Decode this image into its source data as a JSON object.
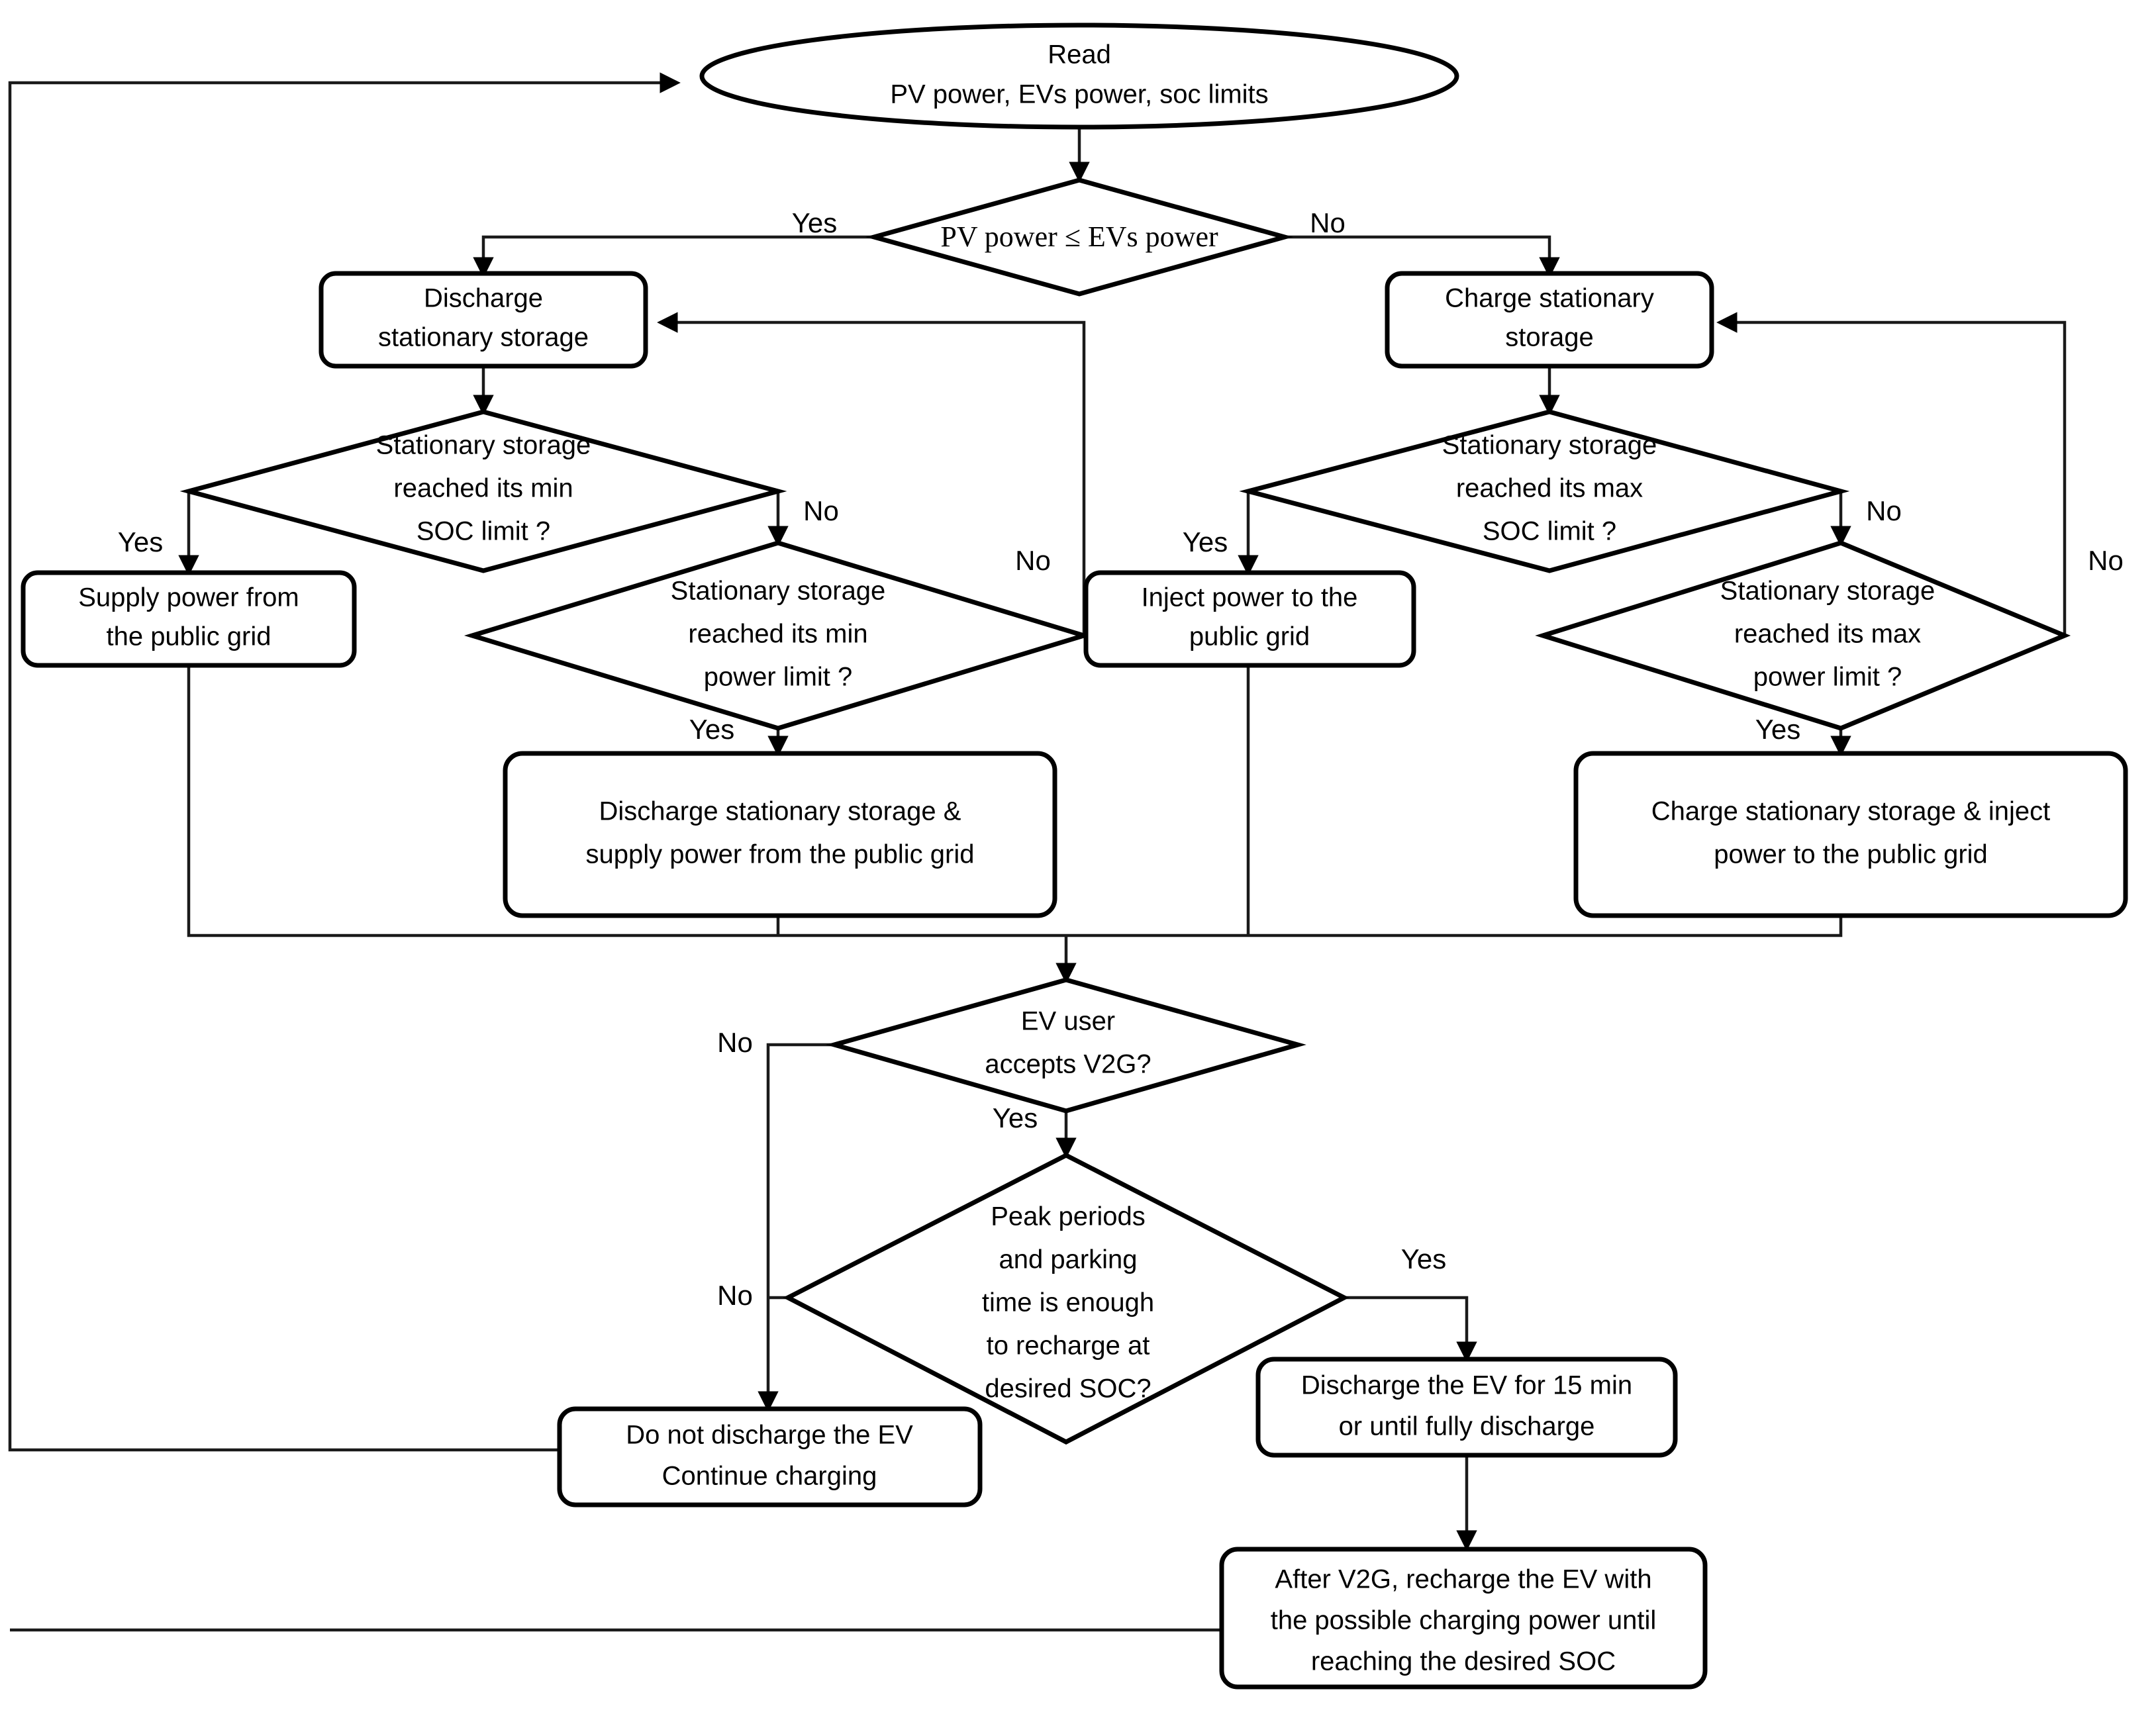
{
  "diagram": {
    "title": "EV charging / V2G and stationary storage energy management flowchart",
    "colors": {
      "background": "#ffffff",
      "stroke": "#000000",
      "connector": "#1a1a1a"
    },
    "nodes": {
      "start": {
        "type": "terminator",
        "line1": "Read",
        "line2": "PV power, EVs power, soc limits"
      },
      "d_pv_vs_ev": {
        "type": "decision",
        "line1": "PV power ≤ EVs power"
      },
      "a_discharge_storage": {
        "type": "process",
        "line1": "Discharge",
        "line2": "stationary storage"
      },
      "a_charge_storage": {
        "type": "process",
        "line1": "Charge stationary",
        "line2": "storage"
      },
      "d_min_soc": {
        "type": "decision",
        "line1": "Stationary storage",
        "line2": "reached its min",
        "line3": "SOC limit ?"
      },
      "d_max_soc": {
        "type": "decision",
        "line1": "Stationary storage",
        "line2": "reached its max",
        "line3": "SOC limit ?"
      },
      "d_min_power": {
        "type": "decision",
        "line1": "Stationary storage",
        "line2": "reached its min",
        "line3": "power limit ?"
      },
      "d_max_power": {
        "type": "decision",
        "line1": "Stationary storage",
        "line2": "reached its max",
        "line3": "power limit ?"
      },
      "a_supply_grid": {
        "type": "process",
        "line1": "Supply power from",
        "line2": "the public grid"
      },
      "a_inject_grid": {
        "type": "process",
        "line1": "Inject power to the",
        "line2": "public grid"
      },
      "a_discharge_and_supply": {
        "type": "process",
        "line1": "Discharge stationary storage &",
        "line2": "supply power from the public grid"
      },
      "a_charge_and_inject": {
        "type": "process",
        "line1": "Charge stationary storage & inject",
        "line2": "power to the public grid"
      },
      "d_v2g_accept": {
        "type": "decision",
        "line1": "EV user",
        "line2": "accepts V2G?"
      },
      "d_peak_parking": {
        "type": "decision",
        "line1": "Peak periods",
        "line2": "and parking",
        "line3": "time is enough",
        "line4": "to recharge at",
        "line5": "desired SOC?"
      },
      "a_no_discharge": {
        "type": "process",
        "line1": "Do not discharge the EV",
        "line2": "Continue charging"
      },
      "a_discharge_ev": {
        "type": "process",
        "line1": "Discharge the EV for 15 min",
        "line2": "or until fully discharge"
      },
      "a_recharge_after_v2g": {
        "type": "process",
        "line1": "After V2G, recharge the EV with",
        "line2": "the possible charging power until",
        "line3": "reaching the desired SOC"
      }
    },
    "edge_labels": {
      "pv_yes": "Yes",
      "pv_no": "No",
      "min_soc_yes": "Yes",
      "min_soc_no": "No",
      "min_power_yes": "Yes",
      "min_power_no": "No",
      "max_soc_yes": "Yes",
      "max_soc_no": "No",
      "max_power_yes": "Yes",
      "max_power_no": "No",
      "v2g_yes": "Yes",
      "v2g_no": "No",
      "peak_yes": "Yes",
      "peak_no": "No"
    }
  }
}
